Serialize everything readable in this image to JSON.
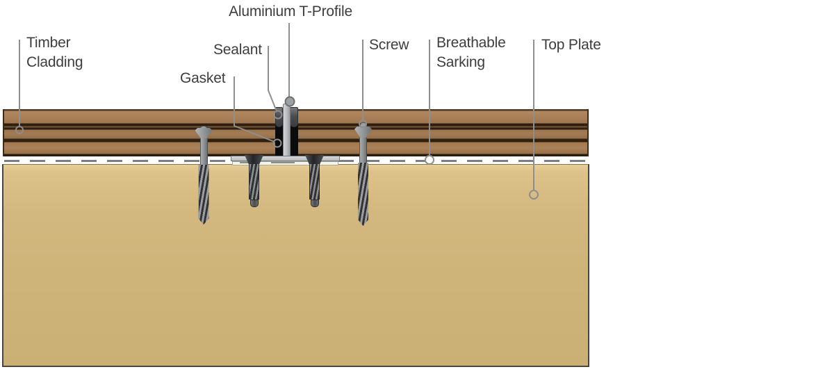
{
  "diagram": {
    "type": "construction-detail-section",
    "labels": {
      "aluminium_t_profile": "Aluminium T-Profile",
      "timber_cladding": "Timber Cladding",
      "sealant": "Sealant",
      "gasket": "Gasket",
      "screw": "Screw",
      "breathable_sarking": "Breathable Sarking",
      "top_plate": "Top Plate"
    },
    "colors": {
      "background": "#FFFFFF",
      "text": "#3D3D3D",
      "leader_line": "#8E8E8E",
      "cladding_brown": "#A87F57",
      "cladding_groove": "#2E1F10",
      "top_plate_tan": "#D5BA81",
      "aluminium_gray": "#C0C3C5",
      "sealant_dark_gray": "#4B4C50",
      "gasket_black": "#0B0B0B",
      "screw_gray": "#909396",
      "screw_head_dark": "#232527"
    }
  }
}
